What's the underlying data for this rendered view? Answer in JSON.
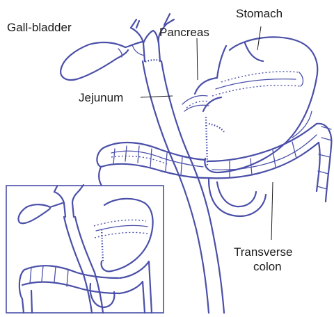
{
  "labels": {
    "gallbladder": "Gall-bladder",
    "stomach": "Stomach",
    "pancreas": "Pancreas",
    "jejunum": "Jejunum",
    "transverse_colon_line1": "Transverse",
    "transverse_colon_line2": "colon"
  },
  "colors": {
    "ink": "#4a4fa8",
    "text": "#1a1a1a",
    "background": "#ffffff"
  }
}
